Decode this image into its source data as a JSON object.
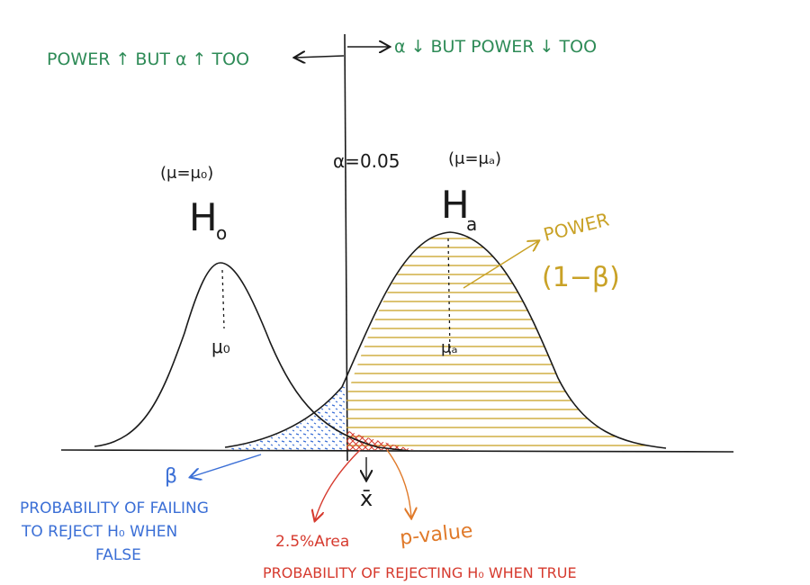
{
  "top": {
    "left_note": "POWER ↑ BUT α ↑ TOO",
    "right_note": "α ↓ BUT POWER ↓ TOO"
  },
  "null_hypothesis": {
    "condition": "(μ=μ₀)",
    "symbol": "H",
    "subscript": "o",
    "mean": "μ₀"
  },
  "alt_hypothesis": {
    "condition": "(μ=μₐ)",
    "symbol": "H",
    "subscript": "a",
    "mean": "μₐ"
  },
  "alpha": {
    "label": "α=0.05"
  },
  "power": {
    "line1": "POWER",
    "line2": "(1−β)"
  },
  "beta": {
    "symbol": "β",
    "line1": "PROBABILITY OF FAILING",
    "line2": "TO REJECT H₀ WHEN",
    "line3": "FALSE"
  },
  "xbar": {
    "label": "x̄"
  },
  "area": {
    "label": "2.5%Area"
  },
  "pvalue": {
    "label": "p-value"
  },
  "type1": {
    "label": "PROBABILITY OF REJECTING H₀ WHEN TRUE"
  },
  "colors": {
    "ink": "#1a1a1a",
    "green": "#2e8b57",
    "gold": "#c9a227",
    "blue": "#3b6fd6",
    "red": "#d63a2e",
    "orange": "#e07a2a"
  }
}
